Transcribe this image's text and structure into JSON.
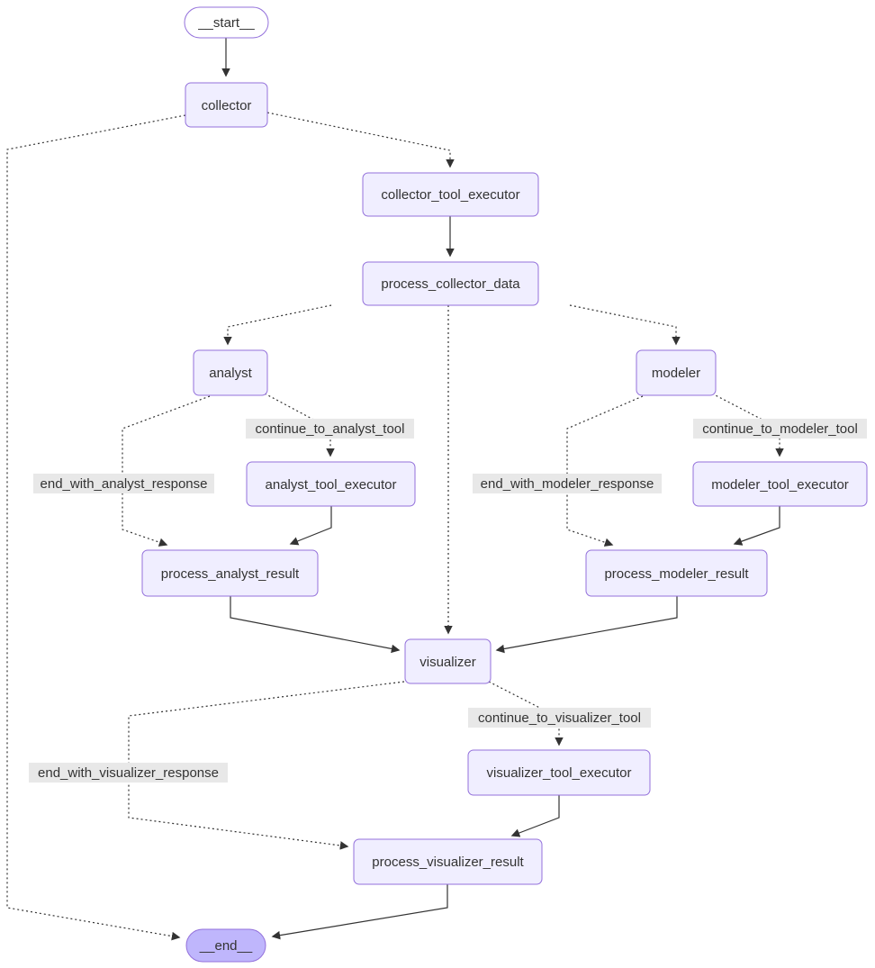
{
  "diagram": {
    "type": "flowchart",
    "nodes": {
      "start": {
        "label": "__start__"
      },
      "collector": {
        "label": "collector"
      },
      "collector_tool_executor": {
        "label": "collector_tool_executor"
      },
      "process_collector_data": {
        "label": "process_collector_data"
      },
      "analyst": {
        "label": "analyst"
      },
      "analyst_tool_executor": {
        "label": "analyst_tool_executor"
      },
      "process_analyst_result": {
        "label": "process_analyst_result"
      },
      "modeler": {
        "label": "modeler"
      },
      "modeler_tool_executor": {
        "label": "modeler_tool_executor"
      },
      "process_modeler_result": {
        "label": "process_modeler_result"
      },
      "visualizer": {
        "label": "visualizer"
      },
      "visualizer_tool_executor": {
        "label": "visualizer_tool_executor"
      },
      "process_visualizer_result": {
        "label": "process_visualizer_result"
      },
      "end": {
        "label": "__end__"
      }
    },
    "edge_labels": {
      "continue_to_analyst_tool": "continue_to_analyst_tool",
      "end_with_analyst_response": "end_with_analyst_response",
      "continue_to_modeler_tool": "continue_to_modeler_tool",
      "end_with_modeler_response": "end_with_modeler_response",
      "continue_to_visualizer_tool": "continue_to_visualizer_tool",
      "end_with_visualizer_response": "end_with_visualizer_response"
    },
    "colors": {
      "node_fill": "#f0eeff",
      "node_border": "#9370db",
      "start_fill": "#ffffff",
      "end_fill": "#bfb6fc",
      "edge": "#333333",
      "label_bg": "#e8e8e8",
      "text": "#333333",
      "background": "#ffffff"
    }
  }
}
